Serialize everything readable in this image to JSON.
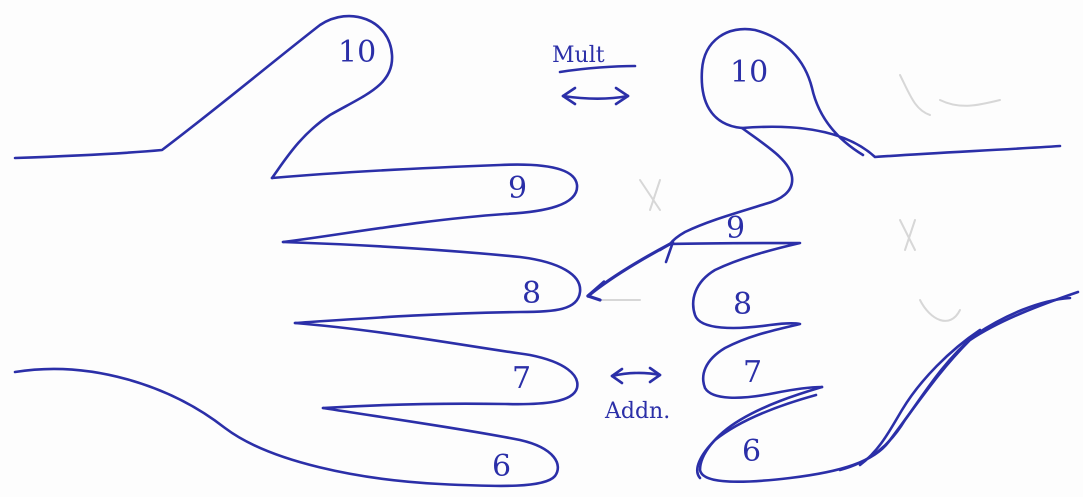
{
  "labels": {
    "left_hand": [
      "10",
      "9",
      "8",
      "7",
      "6"
    ],
    "right_hand": [
      "10",
      "9",
      "8",
      "7",
      "6"
    ],
    "mult": "Mult",
    "addn": "Addn."
  },
  "colors": {
    "ink": "#2b2fa8",
    "paper": "#fdfdfd",
    "show_through": "#d7d7d7"
  }
}
